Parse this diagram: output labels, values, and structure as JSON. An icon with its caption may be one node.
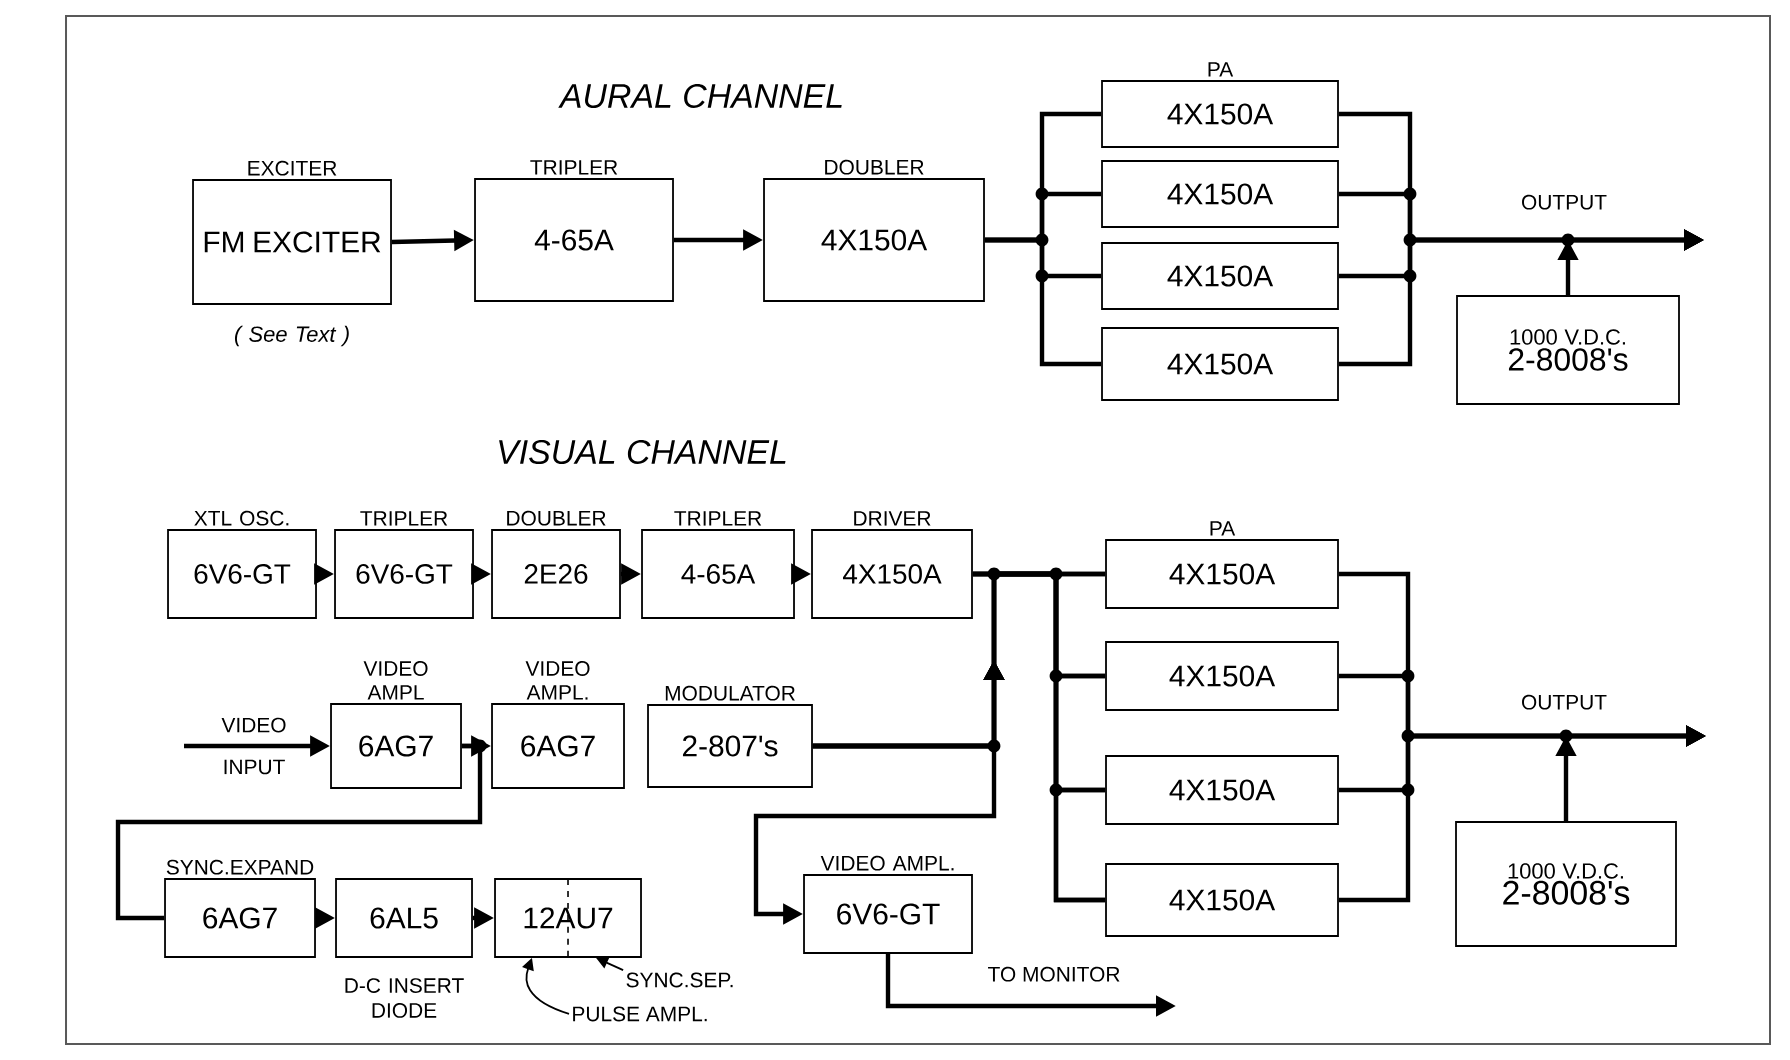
{
  "diagram": {
    "nodes": [
      {
        "text": [
          "EXCITER",
          "FM EXCITER"
        ],
        "beside": [
          "( See Text )"
        ]
      },
      {
        "text": [
          "TRIPLER",
          "4-65A"
        ]
      },
      {
        "text": [
          "DOUBLER",
          "4X150A"
        ]
      },
      {
        "text": [
          "PA",
          "4X150A"
        ]
      },
      {
        "text": [
          "4X150A"
        ]
      },
      {
        "text": [
          "4X150A"
        ]
      },
      {
        "text": [
          "4X150A"
        ]
      },
      {
        "text": [
          "1000 V.D.C.",
          "2-8008's"
        ]
      },
      {
        "text": [
          "XTL OSC.",
          "6V6-GT"
        ]
      },
      {
        "text": [
          "TRIPLER",
          "6V6-GT"
        ]
      },
      {
        "text": [
          "DOUBLER",
          "2E26"
        ]
      },
      {
        "text": [
          "TRIPLER",
          "4-65A"
        ]
      },
      {
        "text": [
          "DRIVER",
          "4X150A"
        ]
      },
      {
        "text": [
          "PA",
          "4X150A"
        ]
      },
      {
        "text": [
          "4X150A"
        ]
      },
      {
        "text": [
          "4X150A"
        ]
      },
      {
        "text": [
          "4X150A"
        ]
      },
      {
        "text": [
          "1000 V.D.C.",
          "2-8008's"
        ]
      },
      {
        "text": [
          "VIDEO AMPL",
          "6AG7"
        ]
      },
      {
        "text": [
          "VIDEO AMPL.",
          "6AG7"
        ]
      },
      {
        "text": [
          "MODULATOR",
          "2-807's"
        ]
      },
      {
        "text": [
          "SYNC.EXPAND",
          "6AG7"
        ]
      },
      {
        "text": [
          "6AL5"
        ],
        "beside": [
          "D-C INSERT DIODE"
        ]
      },
      {
        "text": [
          "12AU7"
        ]
      },
      {
        "text": [
          "VIDEO AMPL.",
          "6V6-GT"
        ]
      },
      {
        "text": [
          "SYNC.SEP."
        ]
      },
      {
        "text": [
          "PULSE AMPL."
        ]
      }
    ],
    "edges": [
      {
        "from": 0,
        "to": 1,
        "arrow": "to"
      },
      {
        "from": 1,
        "to": 2,
        "arrow": "to"
      },
      {
        "from": 2,
        "to": 3,
        "arrow": "none"
      },
      {
        "from": 2,
        "to": 4,
        "arrow": "none"
      },
      {
        "from": 2,
        "to": 5,
        "arrow": "none"
      },
      {
        "from": 2,
        "to": 6,
        "arrow": "none"
      },
      {
        "from": 3,
        "to": null,
        "arrow": "to",
        "label": "OUTPUT"
      },
      {
        "from": 4,
        "to": null,
        "arrow": "to"
      },
      {
        "from": 5,
        "to": null,
        "arrow": "to"
      },
      {
        "from": 6,
        "to": null,
        "arrow": "to"
      },
      {
        "from": 7,
        "to": null,
        "arrow": "to"
      },
      {
        "from": 8,
        "to": 9,
        "arrow": "to"
      },
      {
        "from": 9,
        "to": 10,
        "arrow": "to"
      },
      {
        "from": 10,
        "to": 11,
        "arrow": "to"
      },
      {
        "from": 11,
        "to": 12,
        "arrow": "to"
      },
      {
        "from": 12,
        "to": 13,
        "arrow": "none"
      },
      {
        "from": 12,
        "to": 14,
        "arrow": "none"
      },
      {
        "from": 12,
        "to": 15,
        "arrow": "none"
      },
      {
        "from": 12,
        "to": 16,
        "arrow": "none"
      },
      {
        "from": 20,
        "to": 13,
        "arrow": "to"
      },
      {
        "from": 20,
        "to": 14,
        "arrow": "to"
      },
      {
        "from": 20,
        "to": 15,
        "arrow": "to"
      },
      {
        "from": 20,
        "to": 16,
        "arrow": "to"
      },
      {
        "from": 20,
        "to": 24,
        "arrow": "to"
      },
      {
        "from": null,
        "to": 18,
        "arrow": "to",
        "label": "VIDEO INPUT"
      },
      {
        "from": 18,
        "to": 19,
        "arrow": "to"
      },
      {
        "from": 18,
        "to": 21,
        "arrow": "none"
      },
      {
        "from": 21,
        "to": 22,
        "arrow": "to"
      },
      {
        "from": 22,
        "to": 23,
        "arrow": "to"
      },
      {
        "from": 13,
        "to": null,
        "arrow": "to",
        "label": "OUTPUT"
      },
      {
        "from": 14,
        "to": null,
        "arrow": "to"
      },
      {
        "from": 15,
        "to": null,
        "arrow": "to"
      },
      {
        "from": 16,
        "to": null,
        "arrow": "to"
      },
      {
        "from": 17,
        "to": null,
        "arrow": "to"
      },
      {
        "from": 24,
        "to": null,
        "arrow": "to",
        "label": "TO MONITOR"
      },
      {
        "from": 25,
        "to": 23,
        "arrow": "to"
      },
      {
        "from": 26,
        "to": 23,
        "arrow": "to"
      }
    ],
    "labels": [
      "AURAL CHANNEL",
      "VISUAL CHANNEL"
    ]
  }
}
